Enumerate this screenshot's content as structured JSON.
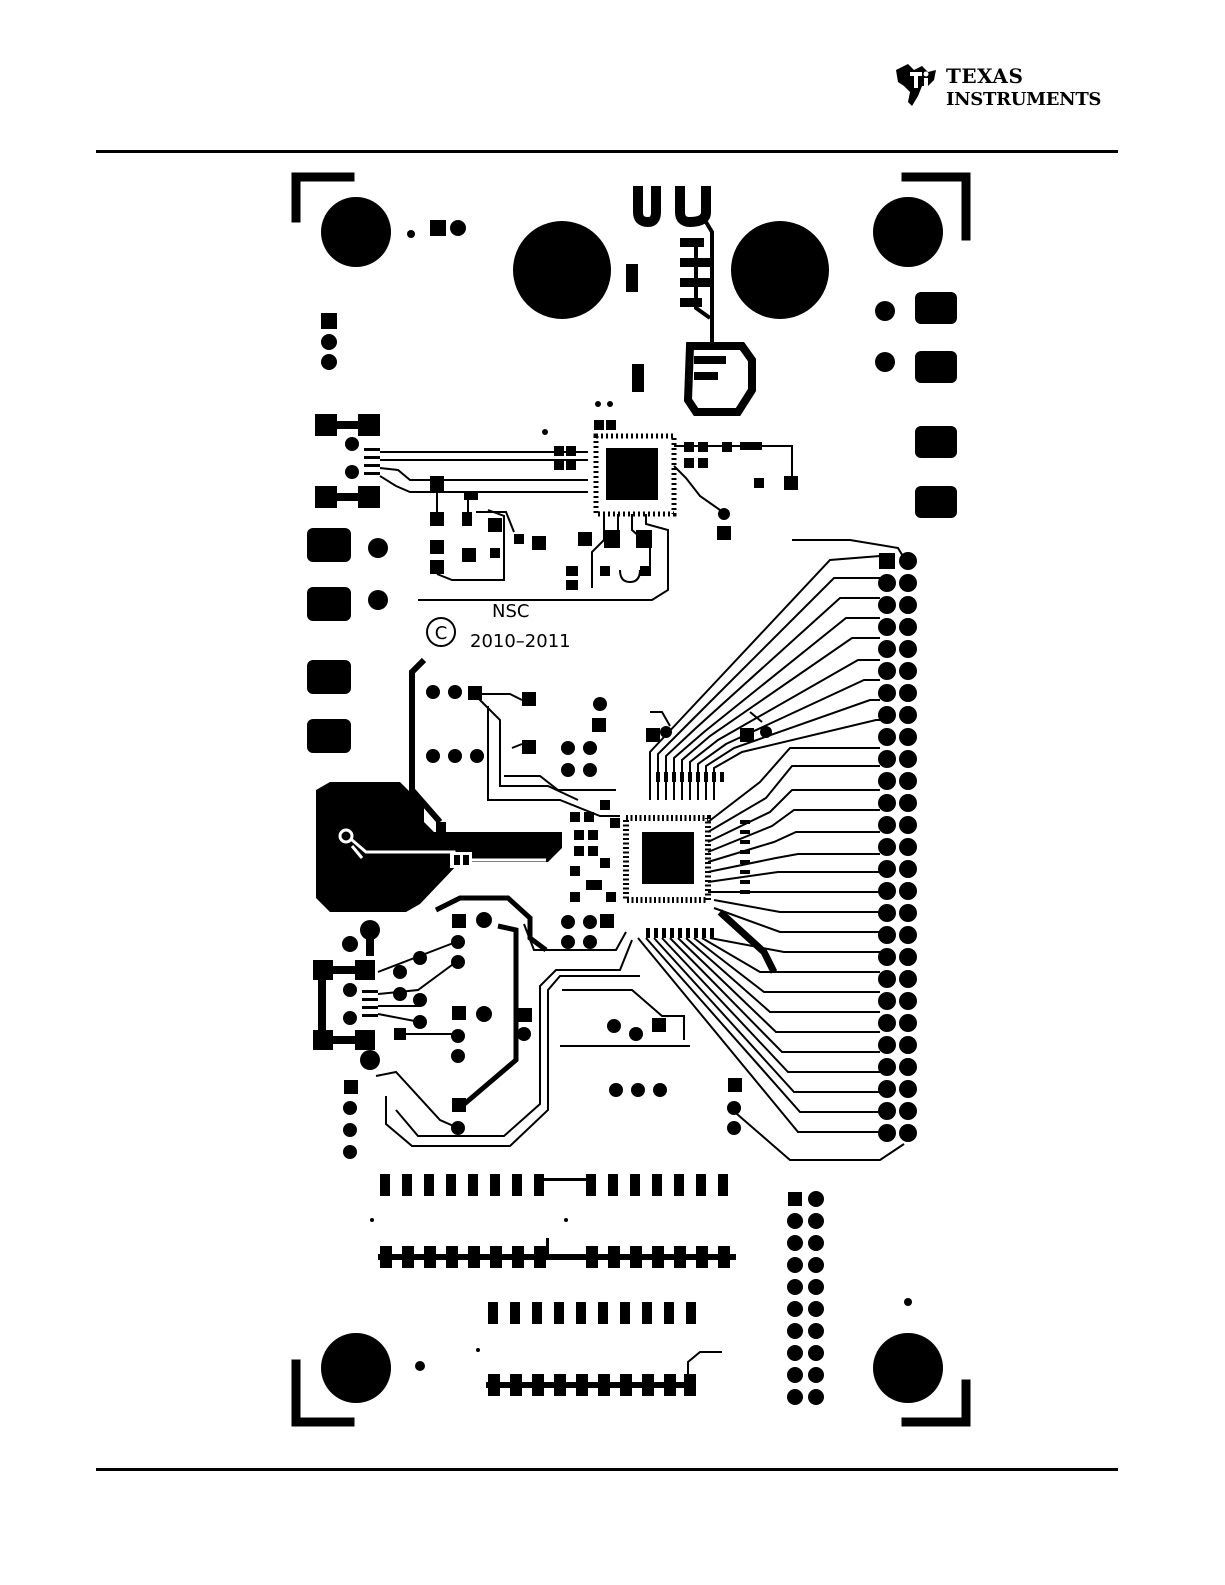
{
  "header": {
    "logo": {
      "icon": "ti-logo-icon",
      "line1": "TEXAS",
      "line2": "INSTRUMENTS"
    }
  },
  "board": {
    "silkscreen": {
      "company": "NSC",
      "copyright_symbol": "C",
      "years": "2010–2011"
    }
  },
  "colors": {
    "copper": "#000000",
    "background": "#ffffff"
  }
}
